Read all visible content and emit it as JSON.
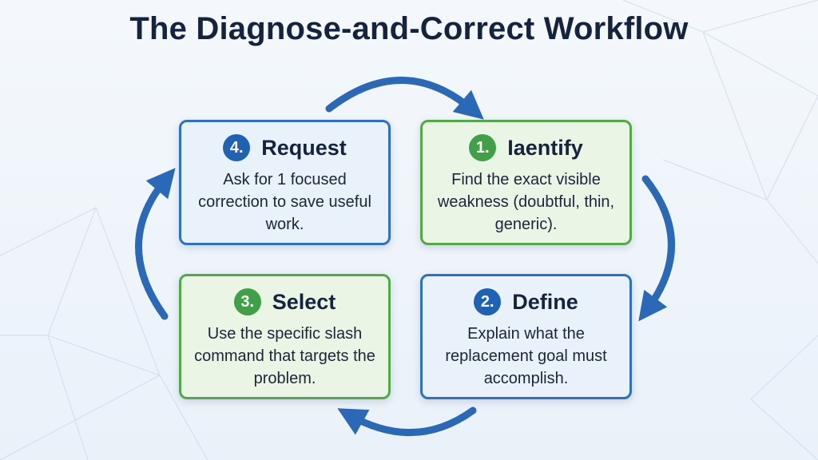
{
  "title": "The Diagnose-and-Correct Workflow",
  "colors": {
    "blue_accent": "#2f70c0",
    "green_accent": "#55a848",
    "blue_fill": "#e9f1fb",
    "green_fill": "#eaf5e6",
    "arrow": "#2a68b8"
  },
  "steps": [
    {
      "number": "1.",
      "title": "Iaentify",
      "body": "Find the exact visible weakness (doubtful, thin, generic).",
      "color": "green"
    },
    {
      "number": "2.",
      "title": "Define",
      "body": "Explain what the replacement goal must accomplish.",
      "color": "blue"
    },
    {
      "number": "3.",
      "title": "Select",
      "body": "Use the specific slash command that targets the problem.",
      "color": "green"
    },
    {
      "number": "4.",
      "title": "Request",
      "body": "Ask for 1 focused correction to save useful work.",
      "color": "blue"
    }
  ],
  "arrows": [
    {
      "from": "4.",
      "to": "1.",
      "icon": "curved-arrow-icon"
    },
    {
      "from": "1.",
      "to": "2.",
      "icon": "curved-arrow-icon"
    },
    {
      "from": "2.",
      "to": "3.",
      "icon": "curved-arrow-icon"
    },
    {
      "from": "3.",
      "to": "4.",
      "icon": "curved-arrow-icon"
    }
  ]
}
